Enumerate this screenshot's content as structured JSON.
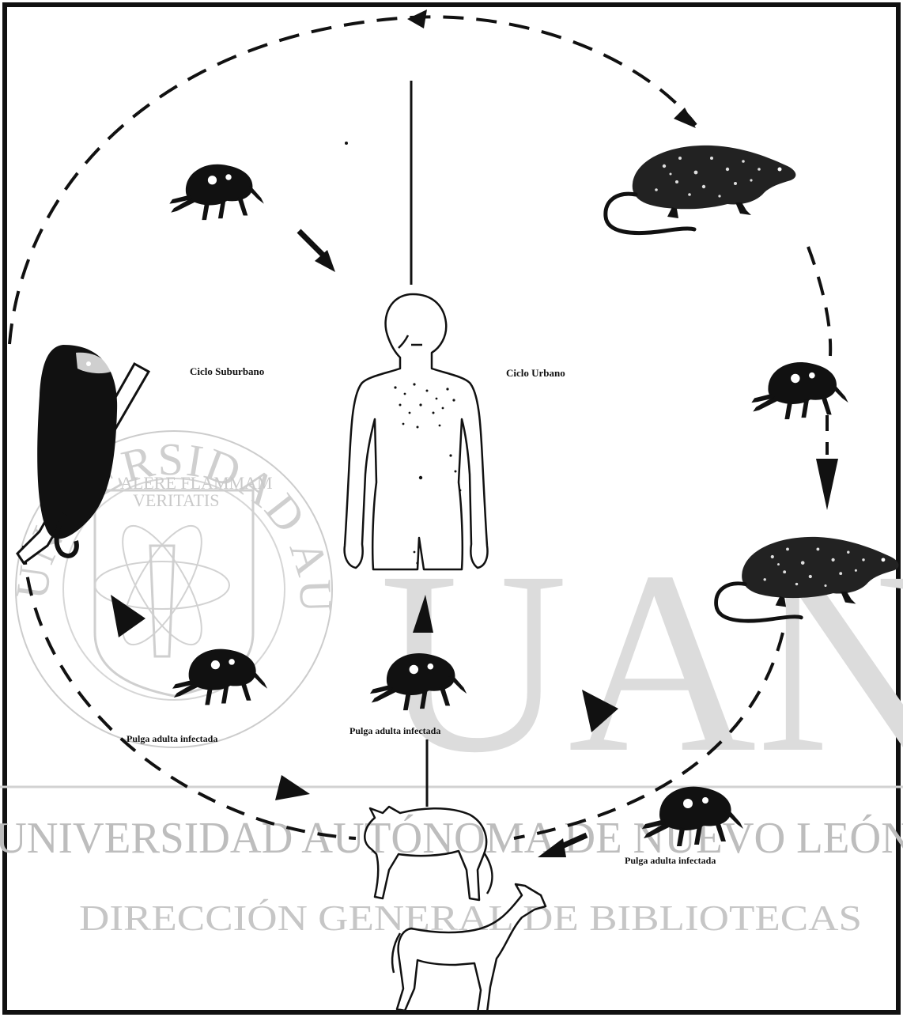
{
  "diagram": {
    "labels": {
      "suburban_cycle": "Ciclo Suburbano",
      "urban_cycle": "Ciclo Urbano",
      "flea_left": "Pulga adulta infectada",
      "flea_center": "Pulga adulta infectada",
      "flea_right": "Pulga adulta infectada"
    },
    "nodes": [
      {
        "id": "opossum",
        "icon": "opossum-icon"
      },
      {
        "id": "rat-top",
        "icon": "rat-icon"
      },
      {
        "id": "rat-bottom",
        "icon": "rat-icon"
      },
      {
        "id": "human",
        "icon": "human-figure-icon"
      },
      {
        "id": "cat",
        "icon": "cat-icon"
      },
      {
        "id": "dog",
        "icon": "dog-icon"
      },
      {
        "id": "flea-top-left",
        "icon": "flea-icon"
      },
      {
        "id": "flea-right-upper",
        "icon": "flea-icon"
      },
      {
        "id": "flea-left",
        "icon": "flea-icon"
      },
      {
        "id": "flea-center",
        "icon": "flea-icon"
      },
      {
        "id": "flea-right-lower",
        "icon": "flea-icon"
      }
    ]
  },
  "watermark": {
    "arc_text": "UNIVERSIDAD AUTÓNOMA DE NUEVO LEÓN",
    "motto_1": "ALERE FLAMMAM",
    "motto_2": "VERITATIS",
    "big_text": "UANL",
    "line_1": "UNIVERSIDAD AUTÓNOMA DE NUEVO LEÓN",
    "line_2": "DIRECCIÓN GENERAL DE BIBLIOTECAS"
  },
  "colors": {
    "ink": "#111111",
    "watermark": "#cccccc",
    "background": "#ffffff"
  }
}
